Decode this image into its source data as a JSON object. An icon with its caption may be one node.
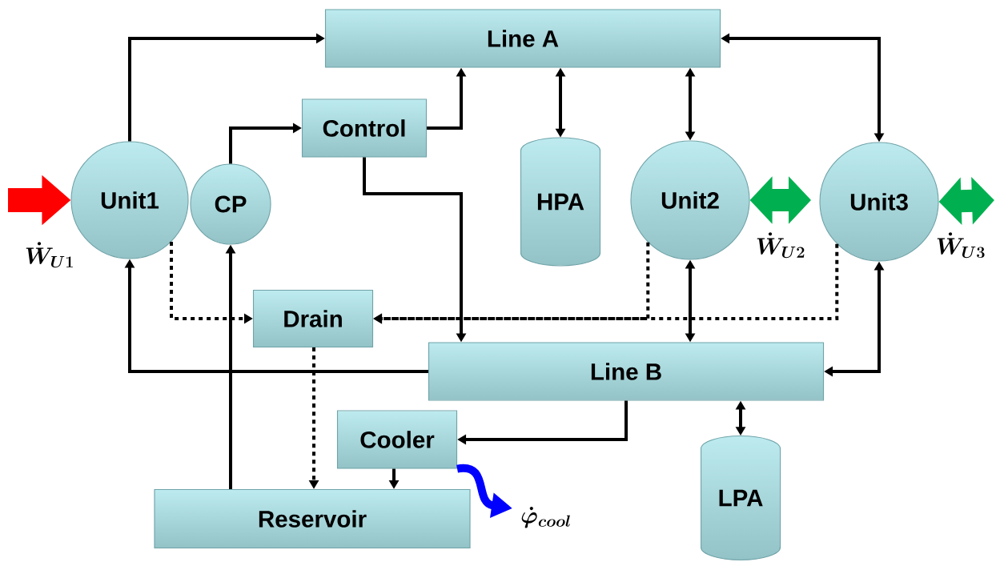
{
  "diagram": {
    "nodes": [
      {
        "text": [
          "Line A"
        ]
      },
      {
        "text": [
          "Control"
        ]
      },
      {
        "text": [
          "Unit1"
        ]
      },
      {
        "text": [
          "CP"
        ]
      },
      {
        "text": [
          "HPA"
        ]
      },
      {
        "text": [
          "Unit2"
        ]
      },
      {
        "text": [
          "Unit3"
        ]
      },
      {
        "text": [
          "Drain"
        ]
      },
      {
        "text": [
          "Line B"
        ]
      },
      {
        "text": [
          "Cooler"
        ]
      },
      {
        "text": [
          "Reservoir"
        ]
      },
      {
        "text": [
          "LPA"
        ]
      }
    ],
    "edges": [
      {
        "from": 2,
        "to": 0,
        "arrow": "to"
      },
      {
        "from": 3,
        "to": 1,
        "arrow": "to"
      },
      {
        "from": 1,
        "to": 0,
        "arrow": "to"
      },
      {
        "from": 1,
        "to": 8,
        "arrow": "to"
      },
      {
        "from": 0,
        "to": 4,
        "arrow": "both"
      },
      {
        "from": 0,
        "to": 5,
        "arrow": "both"
      },
      {
        "from": 6,
        "to": 0,
        "arrow": "both"
      },
      {
        "from": 2,
        "to": 7,
        "arrow": "to",
        "style": "dashed"
      },
      {
        "from": 5,
        "to": 7,
        "arrow": "to",
        "style": "dashed"
      },
      {
        "from": 6,
        "to": 7,
        "arrow": "to",
        "style": "dashed"
      },
      {
        "from": 5,
        "to": 8,
        "arrow": "both"
      },
      {
        "from": 8,
        "to": 6,
        "arrow": "both"
      },
      {
        "from": 8,
        "to": 2,
        "arrow": "to"
      },
      {
        "from": 10,
        "to": 3,
        "arrow": "to"
      },
      {
        "from": 7,
        "to": 10,
        "arrow": "to",
        "style": "dashed"
      },
      {
        "from": 8,
        "to": 9,
        "arrow": "to"
      },
      {
        "from": 9,
        "to": 10,
        "arrow": "to"
      },
      {
        "from": 8,
        "to": 11,
        "arrow": "both"
      },
      {
        "from": null,
        "to": 2,
        "arrow": "to",
        "style": "thick",
        "color": "#ff0000",
        "label": "\\dot{W}_{U1}"
      },
      {
        "from": 5,
        "to": null,
        "arrow": "both",
        "style": "thick",
        "color": "#00b050",
        "label": "\\dot{W}_{U2}"
      },
      {
        "from": 6,
        "to": null,
        "arrow": "both",
        "style": "thick",
        "color": "#00b050",
        "label": "\\dot{W}_{U3}"
      },
      {
        "from": 9,
        "to": null,
        "arrow": "to",
        "style": "thick",
        "color": "#0000ff",
        "label": "\\dot{\\varphi}_{cool}"
      }
    ]
  }
}
